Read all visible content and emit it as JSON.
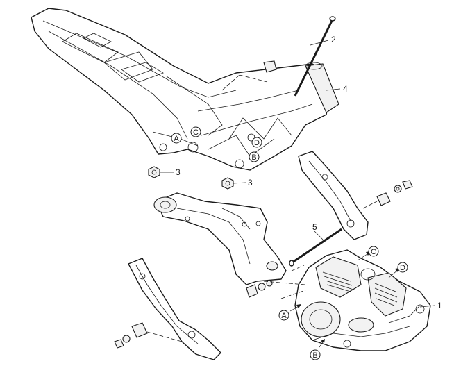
{
  "callouts": {
    "engine": "1",
    "long_bolt": "2",
    "nut_left": "3",
    "nut_right": "3",
    "frame": "4",
    "swingarm_pivot": "5"
  },
  "reference_points": {
    "frame_a": "A",
    "frame_b": "B",
    "frame_c": "C",
    "frame_d": "D",
    "engine_a": "A",
    "engine_b": "B",
    "engine_c": "C",
    "engine_d": "D"
  }
}
